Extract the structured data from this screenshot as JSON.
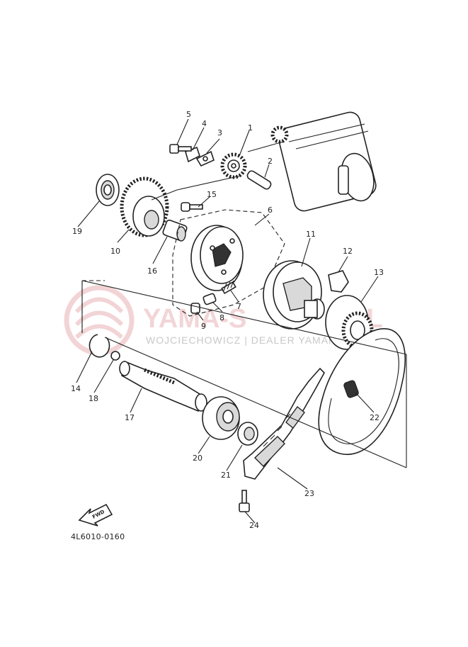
{
  "diagram": {
    "code": "4L6010-0160",
    "fwd_label": "FWD",
    "watermark": {
      "main": "YAMA-S",
      "main_tail": "PL",
      "sub": "WOJCIECHOWICZ | DEALER YAMAHA"
    },
    "callouts": [
      "1",
      "2",
      "3",
      "4",
      "5",
      "6",
      "7",
      "8",
      "9",
      "10",
      "11",
      "12",
      "13",
      "14",
      "15",
      "16",
      "17",
      "18",
      "19",
      "20",
      "21",
      "22",
      "23",
      "24"
    ]
  }
}
